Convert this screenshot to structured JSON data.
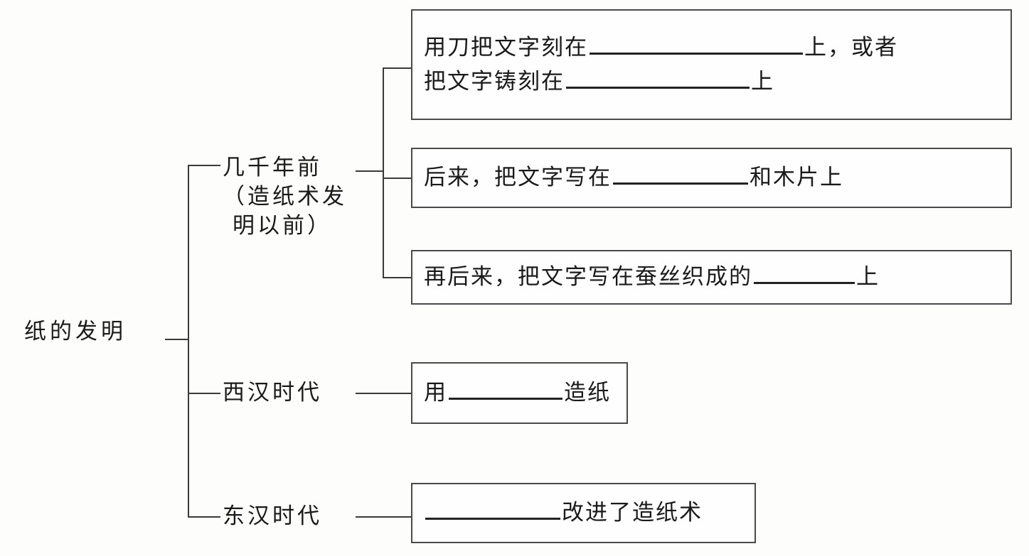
{
  "diagram": {
    "title": "纸的发明",
    "type": "mind-map",
    "root": {
      "label": "纸的发明"
    },
    "branches": [
      {
        "id": "branch-ancient",
        "label_lines": [
          "几千年前",
          "（造纸术发",
          "明以前）"
        ],
        "label_plain": "几千年前（造纸术发明以前）",
        "boxes": [
          {
            "id": "box-carve",
            "lines": [
              {
                "segments": [
                  {
                    "type": "text",
                    "value": "用刀把文字刻在"
                  },
                  {
                    "type": "blank",
                    "size": "b-xl"
                  },
                  {
                    "type": "text",
                    "value": "上，或者"
                  }
                ]
              },
              {
                "segments": [
                  {
                    "type": "text",
                    "value": "把文字铸刻在"
                  },
                  {
                    "type": "blank",
                    "size": "b-lg"
                  },
                  {
                    "type": "text",
                    "value": "上"
                  }
                ]
              }
            ],
            "plain": "用刀把文字刻在______上，或者把文字铸刻在______上"
          },
          {
            "id": "box-bamboo",
            "lines": [
              {
                "segments": [
                  {
                    "type": "text",
                    "value": "后来，把文字写在"
                  },
                  {
                    "type": "blank",
                    "size": "b-ml"
                  },
                  {
                    "type": "text",
                    "value": "和木片上"
                  }
                ]
              }
            ],
            "plain": "后来，把文字写在______和木片上"
          },
          {
            "id": "box-silk",
            "lines": [
              {
                "segments": [
                  {
                    "type": "text",
                    "value": "再后来，把文字写在蚕丝织成的"
                  },
                  {
                    "type": "blank",
                    "size": "b-xs"
                  },
                  {
                    "type": "text",
                    "value": "上"
                  }
                ]
              }
            ],
            "plain": "再后来，把文字写在蚕丝织成的______上"
          }
        ]
      },
      {
        "id": "branch-western-han",
        "label_lines": [
          "西汉时代"
        ],
        "label_plain": "西汉时代",
        "boxes": [
          {
            "id": "box-western-han",
            "lines": [
              {
                "segments": [
                  {
                    "type": "text",
                    "value": "用"
                  },
                  {
                    "type": "blank",
                    "size": "b-md"
                  },
                  {
                    "type": "text",
                    "value": "造纸"
                  }
                ]
              }
            ],
            "plain": "用______造纸"
          }
        ]
      },
      {
        "id": "branch-eastern-han",
        "label_lines": [
          "东汉时代"
        ],
        "label_plain": "东汉时代",
        "boxes": [
          {
            "id": "box-eastern-han",
            "lines": [
              {
                "segments": [
                  {
                    "type": "blank",
                    "size": "b-ml"
                  },
                  {
                    "type": "text",
                    "value": "改进了造纸术"
                  }
                ]
              }
            ],
            "plain": "______改进了造纸术"
          }
        ]
      }
    ],
    "colors": {
      "background": "#fdfdfc",
      "line": "#3a3a3a",
      "box_border": "#4a4a4a",
      "text": "#1a1a1a",
      "blank_rule": "#222222"
    }
  }
}
